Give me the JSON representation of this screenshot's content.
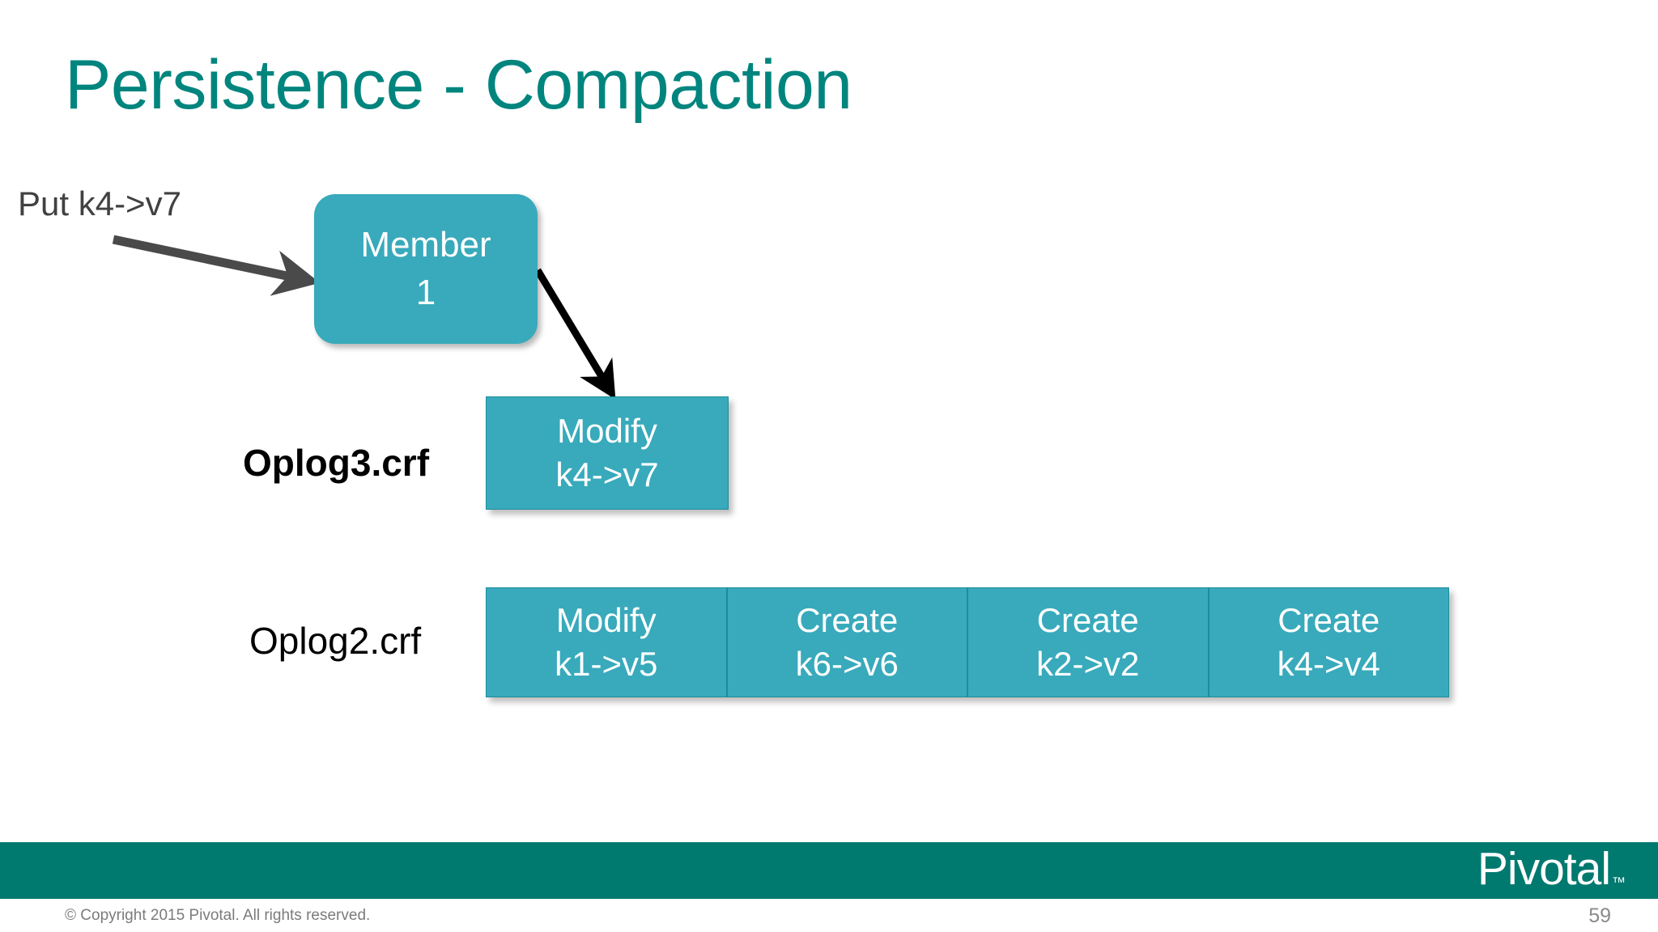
{
  "slide": {
    "title": "Persistence - Compaction",
    "page_number": "59",
    "colors": {
      "title_teal": "#00857e",
      "box_teal": "#38aabb",
      "box_border": "#1c8d9c",
      "footer_band": "#00796f",
      "arrow_gray": "#4a4a4a",
      "arrow_black": "#000000"
    }
  },
  "diagram": {
    "put_label": "Put k4->v7",
    "member_box": {
      "line1": "Member",
      "line2": "1"
    },
    "oplog3": {
      "label": "Oplog3.crf",
      "cells": [
        {
          "op": "Modify",
          "kv": "k4->v7"
        }
      ]
    },
    "oplog2": {
      "label": "Oplog2.crf",
      "cells": [
        {
          "op": "Modify",
          "kv": "k1->v5"
        },
        {
          "op": "Create",
          "kv": "k6->v6"
        },
        {
          "op": "Create",
          "kv": "k2->v2"
        },
        {
          "op": "Create",
          "kv": "k4->v4"
        }
      ]
    }
  },
  "footer": {
    "logo_text": "Pivotal",
    "logo_tm": "™",
    "copyright": "© Copyright 2015 Pivotal. All rights reserved."
  }
}
